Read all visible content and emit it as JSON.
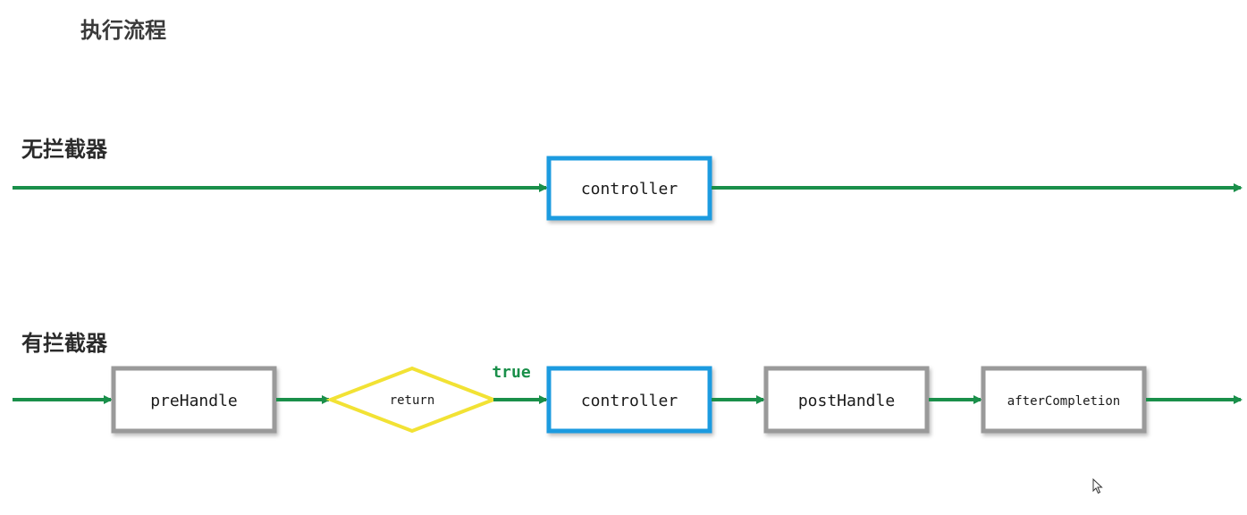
{
  "title": "执行流程",
  "sections": {
    "without_interceptor": {
      "label": "无拦截器",
      "nodes": [
        {
          "id": "controller",
          "label": "controller"
        }
      ]
    },
    "with_interceptor": {
      "label": "有拦截器",
      "nodes": [
        {
          "id": "preHandle",
          "label": "preHandle"
        },
        {
          "id": "return",
          "label": "return"
        },
        {
          "id": "controller",
          "label": "controller"
        },
        {
          "id": "postHandle",
          "label": "postHandle"
        },
        {
          "id": "afterCompletion",
          "label": "afterCompletion"
        }
      ],
      "edge_label": "true"
    }
  },
  "colors": {
    "arrow": "#1a8f4a",
    "controller_border": "#1e9be0",
    "handler_border": "#9a9a9a",
    "decision_border": "#f2e234",
    "true_label": "#1a8f4a"
  },
  "icons": {
    "cursor": "mouse-pointer-icon"
  }
}
